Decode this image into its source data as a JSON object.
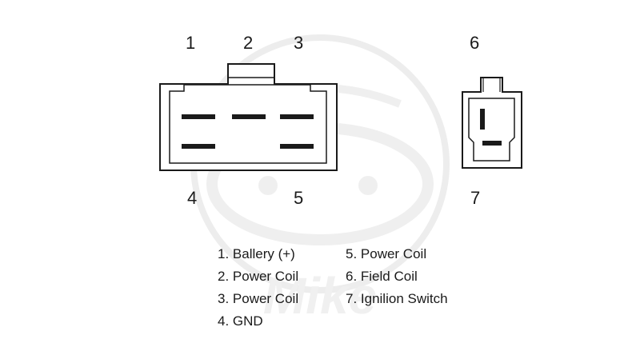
{
  "pins": {
    "p1": "1",
    "p2": "2",
    "p3": "3",
    "p4": "4",
    "p5": "5",
    "p6": "6",
    "p7": "7"
  },
  "legend": {
    "left": [
      "1. Ballery (+)",
      "2. Power Coil",
      "3. Power Coil",
      "4. GND"
    ],
    "right": [
      "5. Power Coil",
      "6. Field Coil",
      "7. Ignilion Switch"
    ]
  },
  "watermark": {
    "text": "Mike"
  },
  "colors": {
    "line": "#1a1a1a",
    "watermark": "#ececec"
  }
}
